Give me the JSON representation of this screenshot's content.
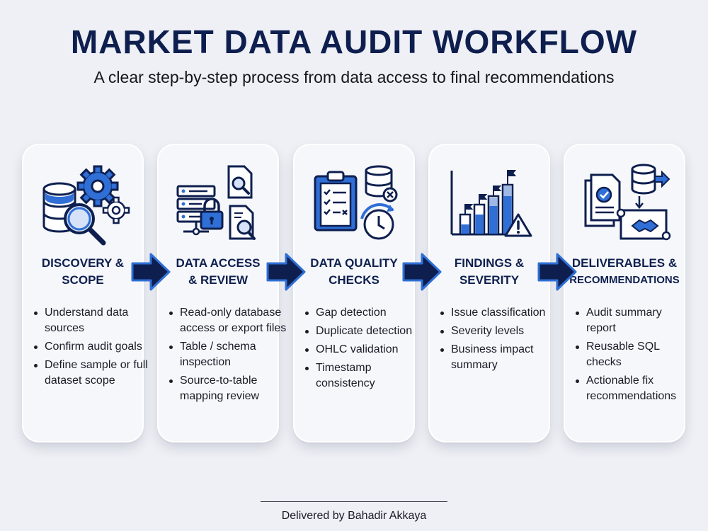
{
  "header": {
    "title": "MARKET DATA AUDIT WORKFLOW",
    "subtitle": "A clear step-by-step process from data access to final recommendations"
  },
  "steps": [
    {
      "title_line1": "DISCOVERY &",
      "title_line2": "SCOPE",
      "icon": "database-search-gears-icon",
      "bullets": [
        "Understand data sources",
        "Confirm audit goals",
        "Define sample or full dataset scope"
      ]
    },
    {
      "title_line1": "DATA ACCESS",
      "title_line2": "& REVIEW",
      "icon": "server-lock-documents-icon",
      "bullets": [
        "Read-only database access or export files",
        "Table / schema inspection",
        "Source-to-table mapping review"
      ]
    },
    {
      "title_line1": "DATA QUALITY",
      "title_line2": "CHECKS",
      "icon": "clipboard-database-clock-icon",
      "bullets": [
        "Gap detection",
        "Duplicate detection",
        "OHLC validation",
        "Timestamp consistency"
      ]
    },
    {
      "title_line1": "FINDINGS &",
      "title_line2": "SEVERITY",
      "icon": "bar-chart-warning-icon",
      "bullets": [
        "Issue classification",
        "Severity levels",
        "Business impact summary"
      ]
    },
    {
      "title_line1": "DELIVERABLES &",
      "title_line2": "RECOMMENDATIONS",
      "icon": "report-handshake-icon",
      "bullets": [
        "Audit summary report",
        "Reusable SQL checks",
        "Actionable fix recommendations"
      ]
    }
  ],
  "footer": {
    "credit": "Delivered by Bahadir Akkaya"
  },
  "colors": {
    "navy": "#0e1f4f",
    "blue": "#2f6fd6",
    "light_blue": "#9fb9e6",
    "background": "#eef0f5"
  }
}
